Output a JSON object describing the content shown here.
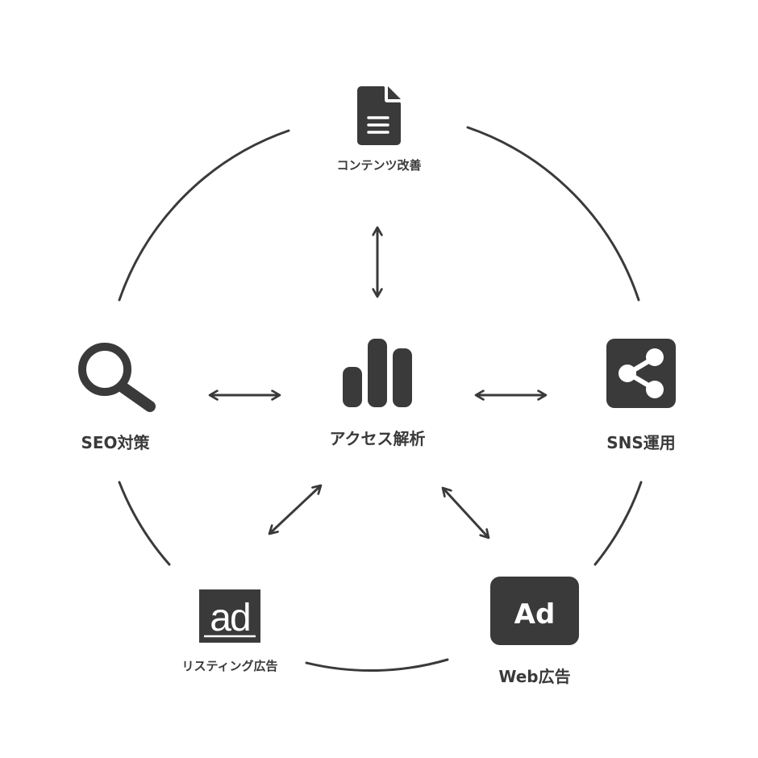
{
  "center": {
    "label": "アクセス解析",
    "icon": "bar-chart-icon"
  },
  "nodes": {
    "content": {
      "label": "コンテンツ改善",
      "icon": "document-icon"
    },
    "seo": {
      "label": "SEO対策",
      "icon": "search-icon"
    },
    "sns": {
      "label": "SNS運用",
      "icon": "share-icon"
    },
    "listing": {
      "label": "リスティング広告",
      "icon": "ad-icon",
      "icon_text": "ad"
    },
    "web_ad": {
      "label": "Web広告",
      "icon": "ad-badge-icon",
      "icon_text": "Ad"
    }
  },
  "colors": {
    "ink": "#3a3a3a",
    "background": "#ffffff"
  }
}
